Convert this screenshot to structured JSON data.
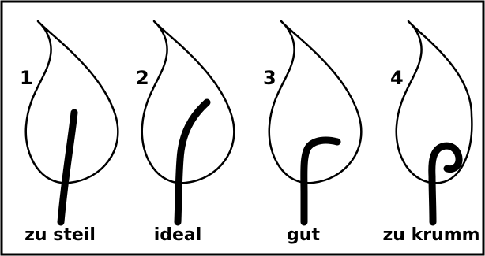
{
  "panels": [
    {
      "number": "1",
      "label": "zu steil"
    },
    {
      "number": "2",
      "label": "ideal"
    },
    {
      "number": "3",
      "label": "gut"
    },
    {
      "number": "4",
      "label": "zu krumm"
    }
  ],
  "colors": {
    "border": "#000000",
    "line": "#000000",
    "background": "#ffffff"
  }
}
